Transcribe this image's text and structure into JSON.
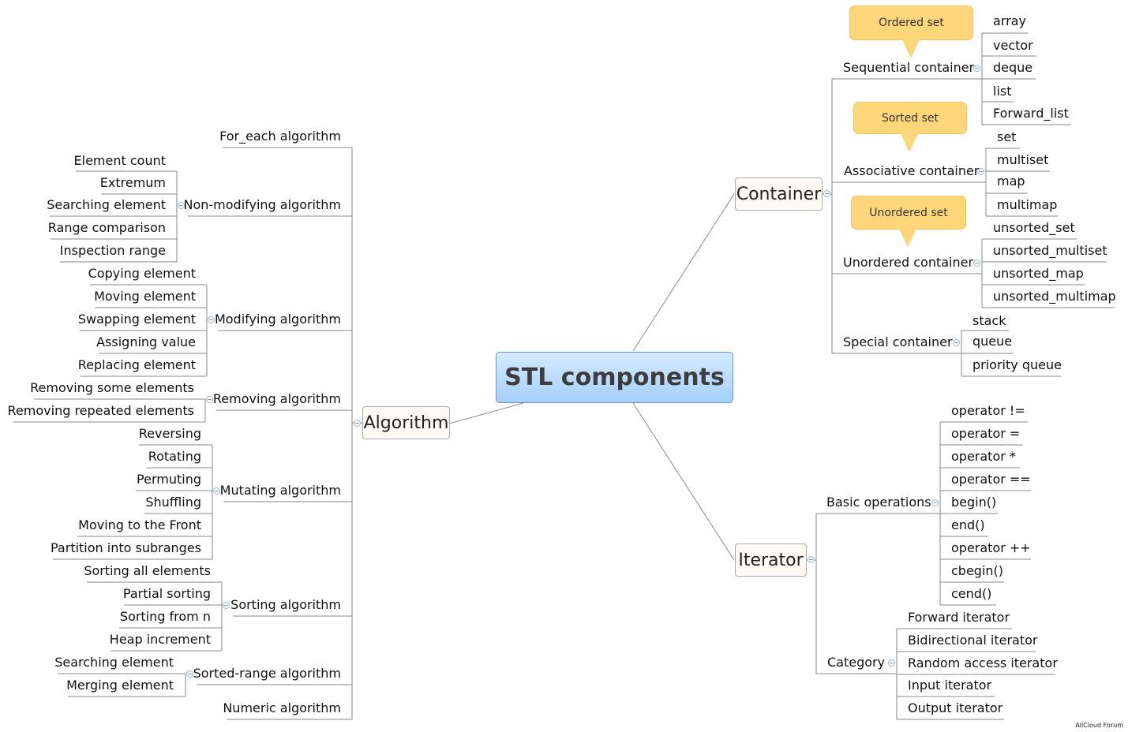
{
  "central": "STL components",
  "main_topics": {
    "algorithm": "Algorithm",
    "container": "Container",
    "iterator": "Iterator"
  },
  "algorithm": {
    "for_each": "For_each algorithm",
    "non_modifying": {
      "label": "Non-modifying algorithm",
      "items": [
        "Element count",
        "Extremum",
        "Searching element",
        "Range comparison",
        "Inspection range"
      ]
    },
    "modifying": {
      "label": "Modifying algorithm",
      "items": [
        "Copying element",
        "Moving element",
        "Swapping element",
        "Assigning value",
        "Replacing element"
      ]
    },
    "removing": {
      "label": "Removing algorithm",
      "items": [
        "Removing some elements",
        "Removing repeated elements"
      ]
    },
    "mutating": {
      "label": "Mutating algorithm",
      "items": [
        "Reversing",
        "Rotating",
        "Permuting",
        "Shuffling",
        "Moving to the Front",
        "Partition into subranges"
      ]
    },
    "sorting": {
      "label": "Sorting algorithm",
      "items": [
        "Sorting all elements",
        "Partial sorting",
        "Sorting from n",
        "Heap increment"
      ]
    },
    "sorted_range": {
      "label": "Sorted-range algorithm",
      "items": [
        "Searching element",
        "Merging element"
      ]
    },
    "numeric": "Numeric algorithm"
  },
  "container": {
    "sequential": {
      "label": "Sequential container",
      "callout": "Ordered set",
      "items": [
        "array",
        "vector",
        "deque",
        "list",
        "Forward_list"
      ]
    },
    "associative": {
      "label": "Associative container",
      "callout": "Sorted set",
      "items": [
        "set",
        "multiset",
        "map",
        "multimap"
      ]
    },
    "unordered": {
      "label": "Unordered container",
      "callout": "Unordered set",
      "items": [
        "unsorted_set",
        "unsorted_multiset",
        "unsorted_map",
        "unsorted_multimap"
      ]
    },
    "special": {
      "label": "Special container",
      "items": [
        "stack",
        "queue",
        "priority queue"
      ]
    }
  },
  "iterator": {
    "basic": {
      "label": "Basic operations",
      "items": [
        "operator !=",
        "operator =",
        "operator *",
        "operator ==",
        "begin()",
        "end()",
        "operator ++",
        "cbegin()",
        "cend()"
      ]
    },
    "category": {
      "label": "Category",
      "items": [
        "Forward iterator",
        "Bidirectional iterator",
        "Random access iterator",
        "Input iterator",
        "Output iterator"
      ]
    }
  },
  "credit": "AllCloud Forum",
  "colors": {
    "central_top": "#d4e9ff",
    "central_bottom": "#a6d0fb",
    "callout": "#ffd67a",
    "connector": "#7f7f7f"
  }
}
